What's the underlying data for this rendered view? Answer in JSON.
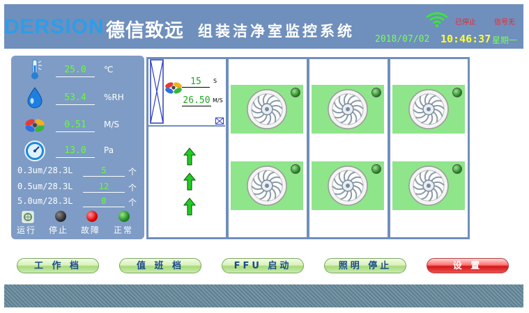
{
  "header": {
    "brand": "DERSION",
    "brand_cn": "德信致远",
    "title": "组装洁净室监控系统",
    "status_stopped": "已停止",
    "status_nosignal": "信号无",
    "date": "2018/07/02",
    "time": "10:46:37",
    "weekday": "星期一",
    "colors": {
      "bar": "#6f8fbd",
      "brand": "#2f9de6",
      "date": "#79ff5a",
      "time": "#ffff33",
      "alert": "#ff2020"
    }
  },
  "sensors": {
    "temperature": {
      "value": "25.0",
      "unit": "℃",
      "icon": "thermometer-icon"
    },
    "humidity": {
      "value": "53.4",
      "unit": "%RH",
      "icon": "water-drop-icon"
    },
    "airspeed": {
      "value": "0.51",
      "unit": "M/S",
      "icon": "fan-icon"
    },
    "pressure": {
      "value": "13.0",
      "unit": "Pa",
      "icon": "gauge-icon"
    }
  },
  "particles": [
    {
      "label": "0.3um/28.3L",
      "value": "5",
      "unit": "个"
    },
    {
      "label": "0.5um/28.3L",
      "value": "12",
      "unit": "个"
    },
    {
      "label": "5.0um/28.3L",
      "value": "0",
      "unit": "个"
    }
  ],
  "legend": {
    "run": "运行",
    "stop": "停止",
    "fault": "故障",
    "normal": "正常"
  },
  "air_unit": {
    "seconds_value": "15",
    "seconds_unit": "S",
    "speed_value": "26.50",
    "speed_unit": "M/S"
  },
  "buttons": {
    "work": "工 作 档",
    "duty": "值 班 档",
    "ffu": "FFU 启动",
    "light": "照明 停止",
    "settings": "设 置"
  }
}
